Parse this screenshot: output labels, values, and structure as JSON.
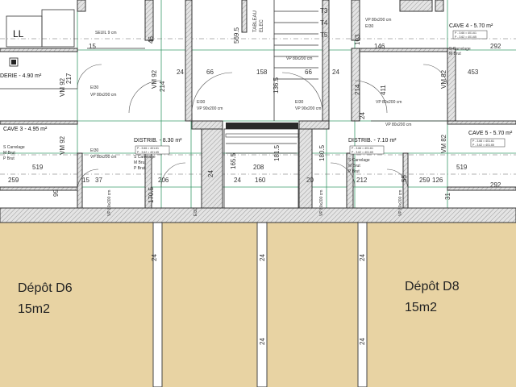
{
  "rooms": {
    "cave3": "CAVE 3 - 4.95 m²",
    "cave4": "CAVE 4 - 5.70 m²",
    "cave5": "CAVE 5 - 5.70 m²",
    "derie": "DERIE - 4.90 m²",
    "distrib_left": "DISTRIB. - 8.30 m²",
    "distrib_right": "DISTRIB. - 7.10 m²",
    "finishes": [
      "S Carrelage",
      "M Brut",
      "P Brut"
    ],
    "spec_small": [
      "P - 3.66 = 401.61",
      "P - 3.62 = 401.65"
    ]
  },
  "doors": {
    "ei30": "EI30",
    "vp80": "VP 80x200 cm",
    "vp90": "VP 90x200 cm",
    "vp80_rot": "VP 80x200 cm",
    "seuil": "SEUIL 9 cm"
  },
  "labels": {
    "ll": "LL",
    "tableau": "TABLEAU",
    "elec": "ELEC",
    "t3": "T3",
    "t4": "T4",
    "t5": "T5",
    "vm92": "VM 92",
    "vm82": "VM 82"
  },
  "dims": {
    "d15": "15",
    "d217": "217",
    "d92": "92",
    "d214": "214",
    "d24": "24",
    "d66": "66",
    "d158": "158",
    "d1365": "136.5",
    "d5695": "569.5",
    "d46": "46",
    "d146": "146",
    "d292": "292",
    "d453": "453",
    "d24b": "24",
    "d208": "208",
    "d160": "160",
    "d212": "212",
    "d519": "519",
    "d259": "259",
    "d99": "99",
    "d37": "37",
    "d1705": "170.5",
    "d1655": "165.5",
    "d1815": "181.5",
    "d1805": "180.5",
    "d20": "20",
    "d206": "206",
    "d103": "103",
    "d411": "411",
    "d31": "31",
    "d55": "55",
    "d126": "126",
    "d24c": "24",
    "d24d": "24"
  },
  "depots": {
    "left_name": "Dépôt D6",
    "left_area": "15m2",
    "right_name": "Dépôt D8",
    "right_area": "15m2"
  },
  "colors": {
    "parcel_fill": "#e8d3a3",
    "wall_hatch": "#cfcfcf",
    "line": "#333333",
    "green_grid": "#3b9b6b"
  }
}
